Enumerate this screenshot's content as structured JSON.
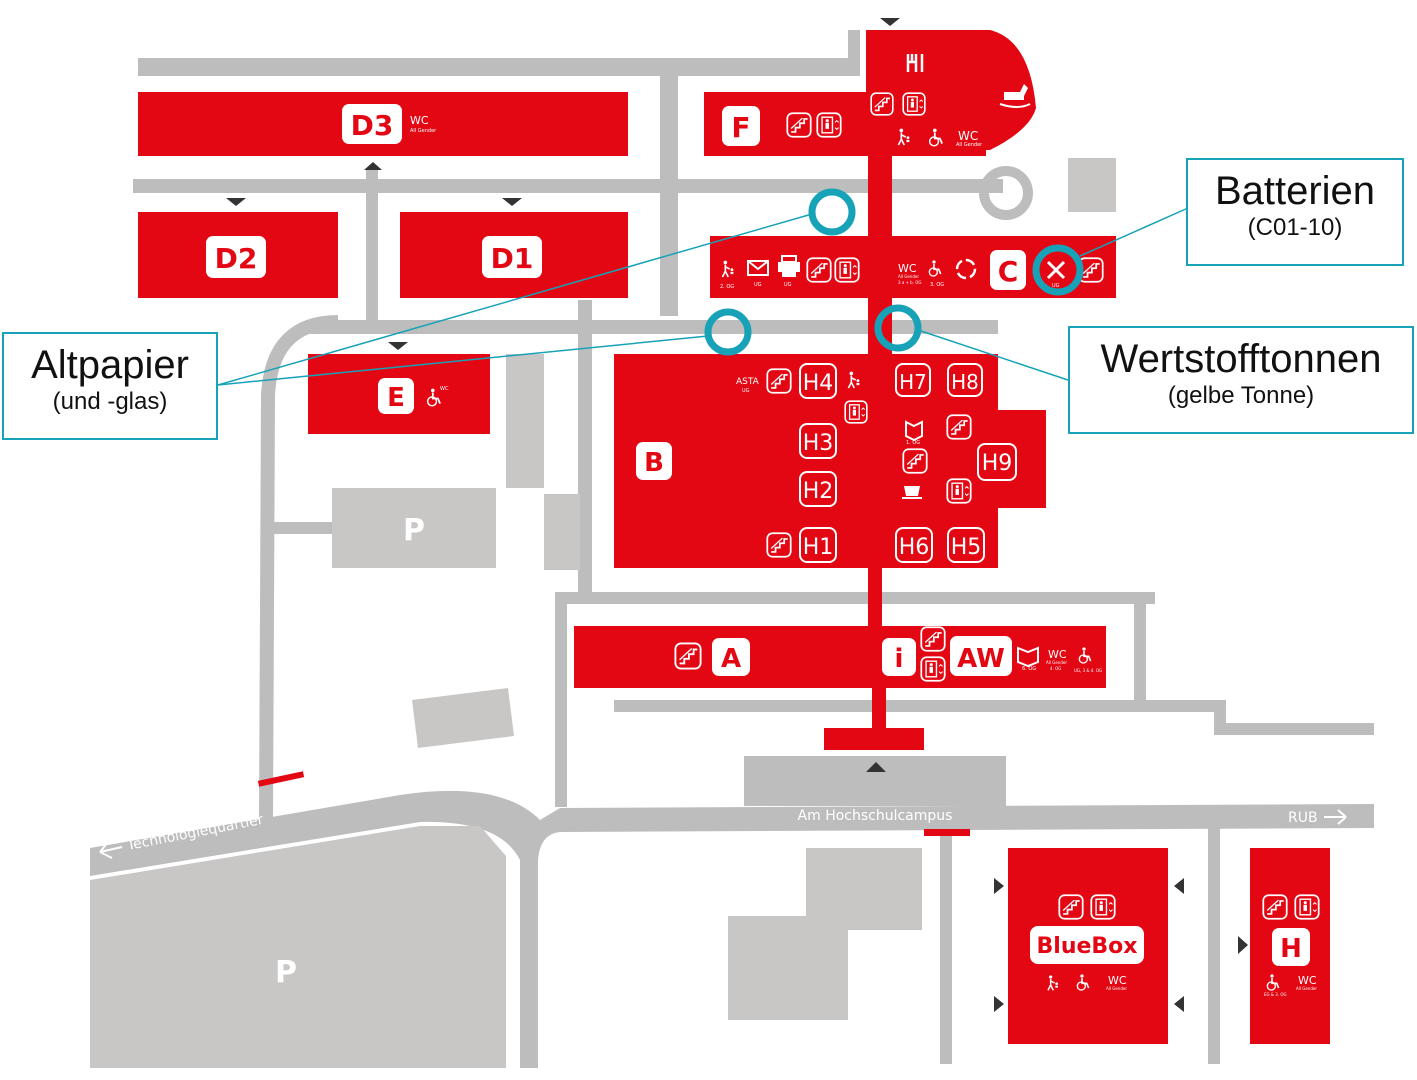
{
  "colors": {
    "building": "#e30613",
    "road": "#bdbdbd",
    "parking": "#c9c6c6",
    "callout": "#17a2b8"
  },
  "buildings": {
    "d3": "D3",
    "d2": "D2",
    "d1": "D1",
    "f": "F",
    "c": "C",
    "e": "E",
    "b": "B",
    "a": "A",
    "aw": "AW",
    "i": "i",
    "bluebox": "BlueBox",
    "h": "H"
  },
  "lecture_halls": [
    "H1",
    "H2",
    "H3",
    "H4",
    "H5",
    "H6",
    "H7",
    "H8",
    "H9"
  ],
  "small_text": {
    "wc": "WC",
    "all_gender": "All Gender",
    "ug": "UG",
    "og2": "2. OG",
    "og3": "3. OG",
    "og1": "1. OG",
    "og6": "6. OG",
    "og4": "4. OG",
    "asta": "ASTA",
    "ug2": "UG",
    "c_wc_floor": "3 a + b. OG",
    "h_wc_floor": "EG & 3. OG",
    "aw_wc_floor": "UG, 3 & 4. OG"
  },
  "parking": {
    "p1": "P",
    "p2": "P"
  },
  "roads": {
    "technologiequartier": "Technologiequartier",
    "am_hochschulcampus": "Am Hochschulcampus",
    "rub": "RUB"
  },
  "callouts": {
    "batterien": {
      "title": "Batterien",
      "sub": "(C01-10)"
    },
    "altpapier": {
      "title": "Altpapier",
      "sub": "(und -glas)"
    },
    "wertstoff": {
      "title": "Wertstofftonnen",
      "sub": "(gelbe Tonne)"
    }
  },
  "icons": [
    "restaurant-icon",
    "rocking-horse-icon",
    "stairs-icon",
    "elevator-icon",
    "wheelchair-icon",
    "baby-care-icon",
    "mail-icon",
    "printer-icon",
    "recycle-icon",
    "tools-icon",
    "book-icon",
    "coffee-icon",
    "info-icon"
  ]
}
